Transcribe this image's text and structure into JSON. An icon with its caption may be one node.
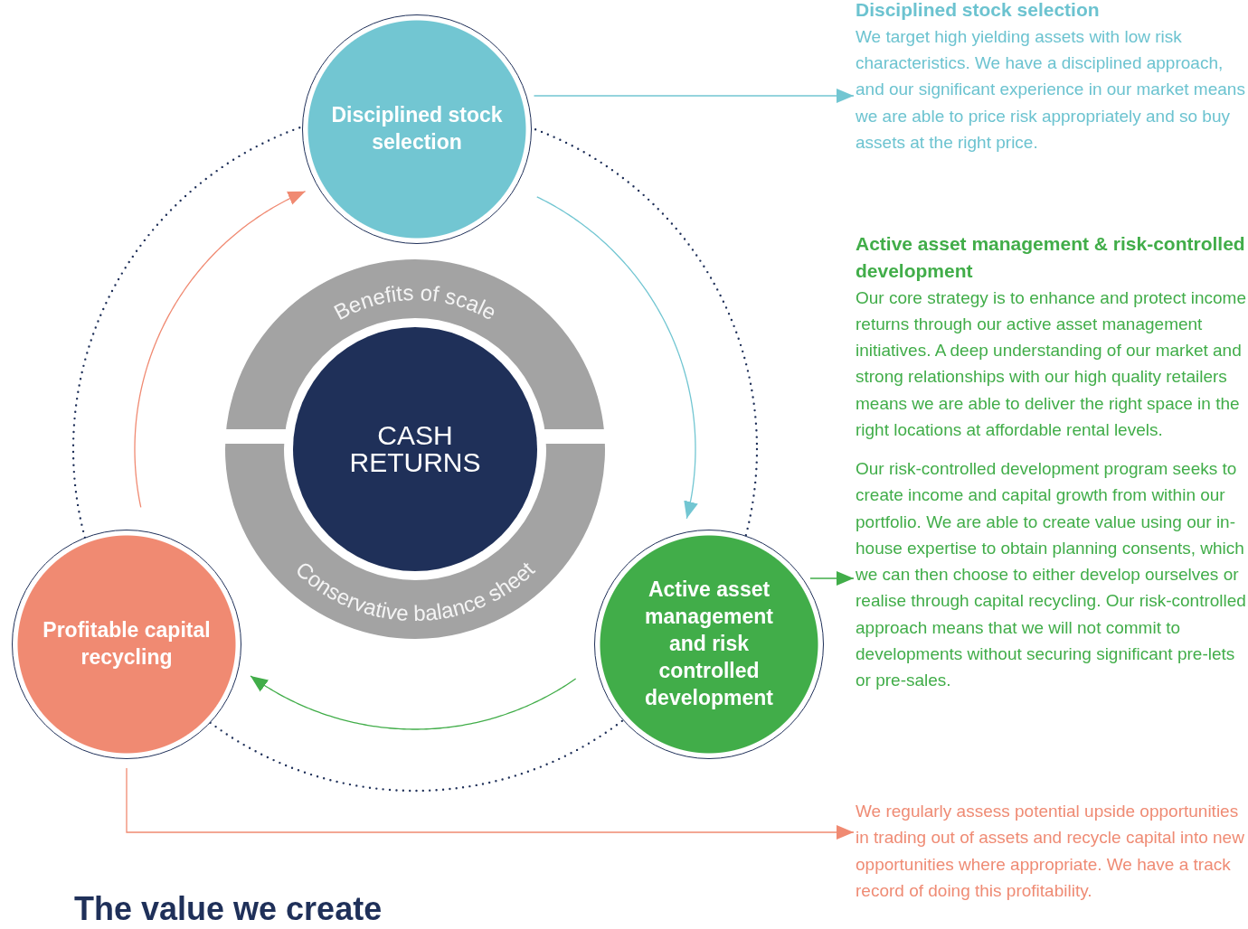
{
  "diagram": {
    "nodes": [
      {
        "text": [
          "Disciplined stock selection"
        ]
      },
      {
        "text": [
          "Benefits of scale",
          "Conservative balance sheet"
        ]
      },
      {
        "text": [
          "CASH RETURNS"
        ],
        "in": 1
      },
      {
        "text": [
          "Active asset management and risk controlled development"
        ]
      },
      {
        "text": [
          "Profitable capital recycling"
        ]
      },
      {
        "text": [
          "Disciplined stock selection",
          "We target high yielding assets with low risk characteristics. We have a disciplined approach, and our significant experience in our market means we are able to price risk appropriately and so buy assets at the right price."
        ]
      },
      {
        "text": [
          "Active asset management & risk-controlled development",
          "Our core strategy is to enhance and protect income returns through our active asset management initiatives. A deep understanding of our market and strong relationships with our high quality retailers means we are able to deliver the right space in the right locations at affordable rental levels.",
          "Our risk-controlled development program seeks to create income and capital growth from within our portfolio. We are able to create value using our in-house expertise to obtain planning consents, which we can then choose to either develop ourselves or realise through capital recycling. Our risk-controlled approach means that we will not commit to developments without securing significant pre-lets or pre-sales."
        ]
      },
      {
        "text": [
          "We regularly assess potential upside opportunities in trading out of assets and recycle capital into new opportunities where appropriate. We have a track record of doing this profitability."
        ]
      }
    ],
    "edges": [
      {
        "from": 0,
        "to": 3,
        "arrow": "to",
        "color": "#72c6d2"
      },
      {
        "from": 3,
        "to": 4,
        "arrow": "to",
        "color": "#41ad49"
      },
      {
        "from": 4,
        "to": 0,
        "arrow": "to",
        "color": "#f08a72"
      },
      {
        "from": 0,
        "to": 5,
        "arrow": "to",
        "color": "#72c6d2"
      },
      {
        "from": 3,
        "to": 6,
        "arrow": "to",
        "color": "#41ad49"
      },
      {
        "from": 4,
        "to": 7,
        "arrow": "to",
        "color": "#f08a72"
      }
    ],
    "labels": [
      "The value we create"
    ]
  }
}
